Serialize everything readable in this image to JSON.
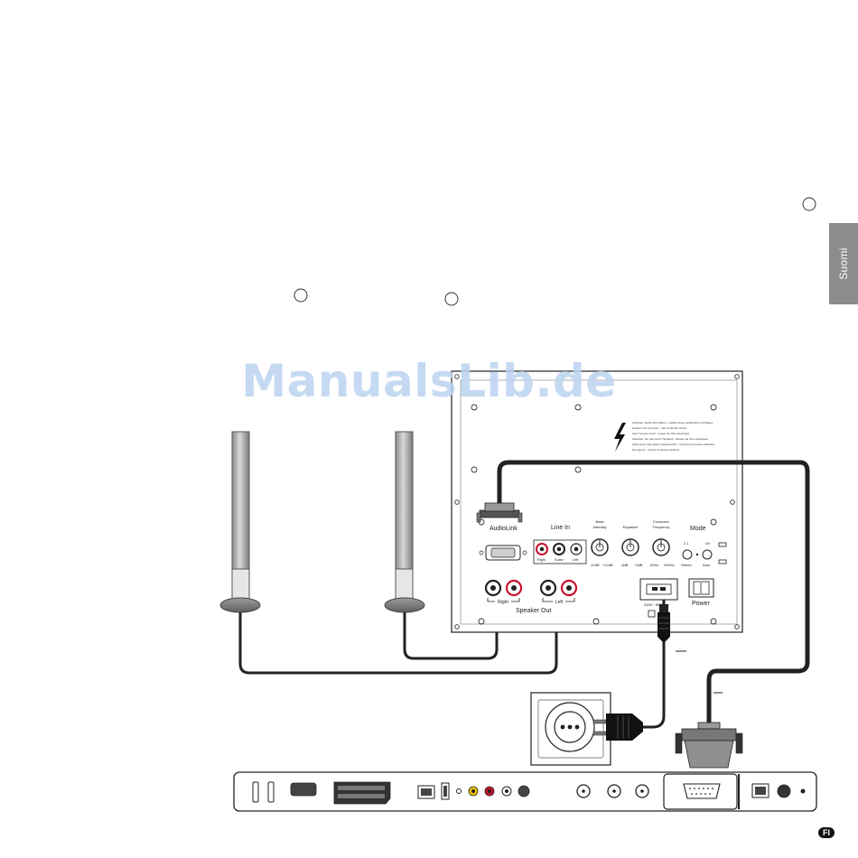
{
  "side_tab": {
    "label": "Suomi"
  },
  "watermark": {
    "text": "ManualsLib.de"
  },
  "page_mark": {
    "label": "FI"
  },
  "subwoofer_panel": {
    "warning_text": [
      "Achtung:   Gerät nicht öffnen - Gefahr eines elektrischen Schlages.",
      "Caution:   Do not open - risk of electric shock.",
      "Avis:   Ne pas ouvrir - risque de choc électrique.",
      "Attention:   Ne pas ouvrir l'appareil - Risque de choc électrique.",
      "Attenzione:   Non aprire l'apparecchio - Pericolo di scosse elettriche.",
      "   Non aprire - rischio di scossa elettrica."
    ],
    "audiolink_label": "AudioLink",
    "line_in": {
      "title": "Line In",
      "jacks": [
        "Right",
        "Subw",
        "Left"
      ]
    },
    "knobs": [
      {
        "title_lines": [
          "Bass",
          "Intensity"
        ],
        "min_label": "-12dB",
        "max_label": "+12dB"
      },
      {
        "title_lines": [
          "Equalizer"
        ],
        "min_label": "-3dB",
        "max_label": "+3dB"
      },
      {
        "title_lines": [
          "Crossover",
          "Frequency"
        ],
        "min_label": "50Hz",
        "max_label": "200Hz"
      }
    ],
    "mode": {
      "title": "Mode",
      "left_top": "2.1",
      "left_bottom": "Stereo",
      "right_top": "On",
      "right_bottom": "Auto"
    },
    "speaker_out": {
      "title": "Speaker Out",
      "right": "Right",
      "left": "Left"
    },
    "mains_label": "230V~ 50/60Hz",
    "power_label": "Power"
  }
}
